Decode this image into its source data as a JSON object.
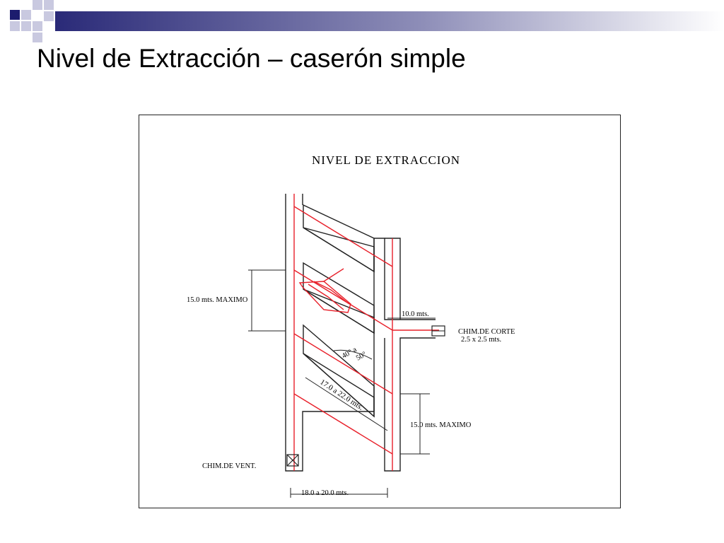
{
  "slide": {
    "title": "Nivel de Extracción – caserón simple"
  },
  "colors": {
    "template_navy": "#1c1c6e",
    "template_light": "#c9c9e0",
    "gallery": "#222222",
    "red_line": "#e8202a"
  },
  "diagram": {
    "title": "NIVEL   DE   EXTRACCION",
    "labels": {
      "dim_left": "15.0  mts.  MAXIMO",
      "dim_right": "15.0  mts.  MAXIMO",
      "dim_top_right": "10.0  mts.",
      "chim_corte_1": "CHIM.DE  CORTE",
      "chim_corte_2": "2.5  x  2.5  mts.",
      "angle_1": "40°  a",
      "angle_2": "50°",
      "length": "17.0  a  22.0  mts.",
      "chim_vent": "CHIM.DE  VENT.",
      "dim_bottom": "18.0  a  20.0  mts."
    }
  }
}
